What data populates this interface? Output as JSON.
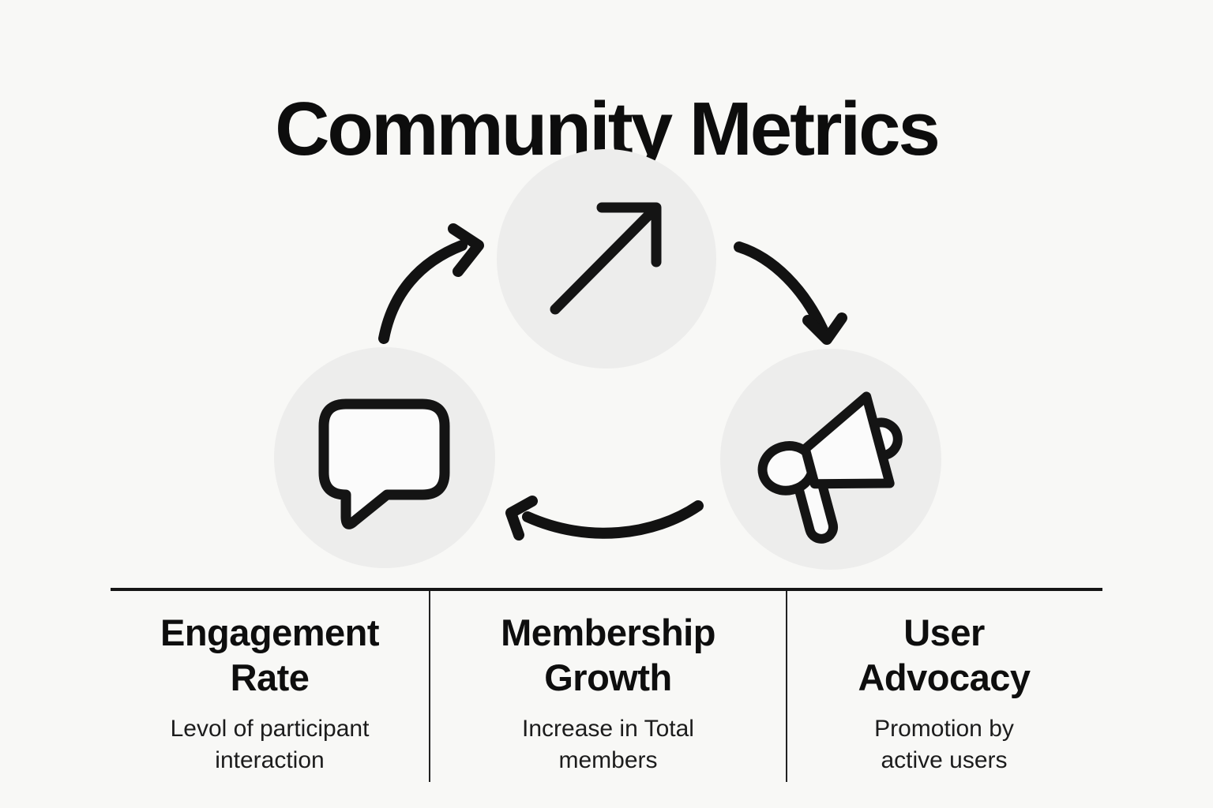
{
  "page": {
    "background": "#f8f8f6",
    "line_color": "#161616",
    "circle_fill": "#ededec",
    "icon_stroke": "#141414",
    "icon_fill": "#fbfbfb"
  },
  "title": "Community Metrics",
  "cycle": {
    "nodes": [
      {
        "id": "membership-growth-node",
        "icon": "trending-up-arrow-icon",
        "position": "top"
      },
      {
        "id": "engagement-rate-node",
        "icon": "chat-bubble-icon",
        "position": "bottom-left"
      },
      {
        "id": "user-advocacy-node",
        "icon": "megaphone-icon",
        "position": "bottom-right"
      }
    ],
    "arrows": [
      {
        "id": "arrow-engagement-to-growth",
        "direction": "up-right"
      },
      {
        "id": "arrow-growth-to-advocacy",
        "direction": "down-right"
      },
      {
        "id": "arrow-advocacy-to-engagement",
        "direction": "left"
      }
    ]
  },
  "metrics": [
    {
      "title": "Engagement Rate",
      "title_lines": [
        "Engagement",
        "Rate"
      ],
      "description": "Levol of participant interaction",
      "description_lines": [
        "Levol of participant",
        "interaction"
      ]
    },
    {
      "title": "Membership Growth",
      "title_lines": [
        "Membership",
        "Growth"
      ],
      "description": "Increase in Total members",
      "description_lines": [
        "Increase in Total",
        "members"
      ]
    },
    {
      "title": "User Advocacy",
      "title_lines": [
        "User",
        "Advocacy"
      ],
      "description": "Promotion by active users",
      "description_lines": [
        "Promotion by",
        "active users"
      ]
    }
  ]
}
